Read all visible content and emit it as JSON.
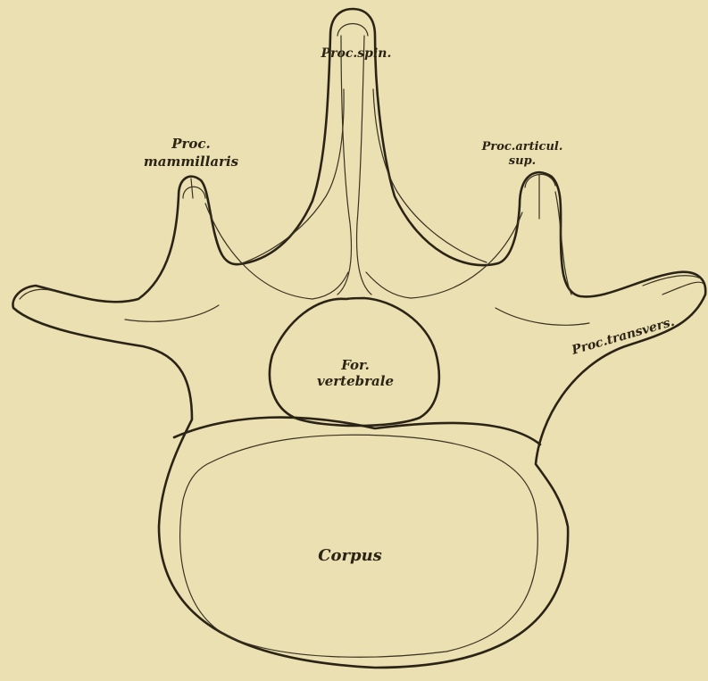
{
  "labels": {
    "proc_spin": "Proc.spin.",
    "proc_mammillaris_line1": "Proc.",
    "proc_mammillaris_line2": "mammillaris",
    "proc_artic_sup_line1": "Proc.articul.",
    "proc_artic_sup_line2": "sup.",
    "proc_transvers": "Proc.transvers.",
    "for_vertebrale_line1": "For.",
    "for_vertebrale_line2": "vertebrale",
    "corpus": "Corpus"
  },
  "colors": {
    "paper": "#ebe0b1",
    "ink": "#2b2416"
  }
}
